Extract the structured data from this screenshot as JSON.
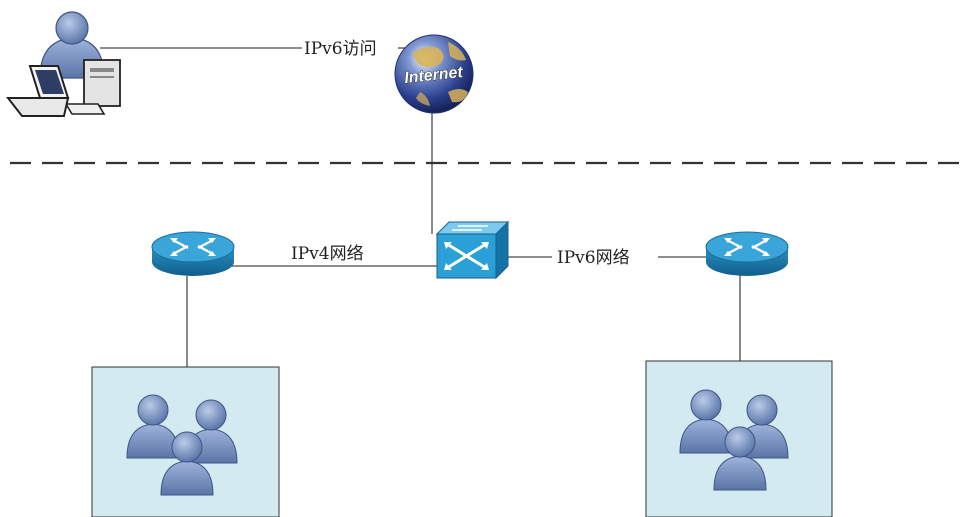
{
  "diagram": {
    "globe_text": "Internet",
    "links": {
      "user_to_internet": "IPv6访问",
      "router_to_switch": "IPv4网络",
      "switch_to_router": "IPv6网络"
    },
    "colors": {
      "router": "#2a8fbf",
      "router_top": "#55b8e0",
      "switch": "#2aa0d6",
      "lan_fill": "#d3eaf1",
      "person": "#7b95c2",
      "globe": "#1f3f8f",
      "globe_land": "#d7b35a"
    }
  }
}
